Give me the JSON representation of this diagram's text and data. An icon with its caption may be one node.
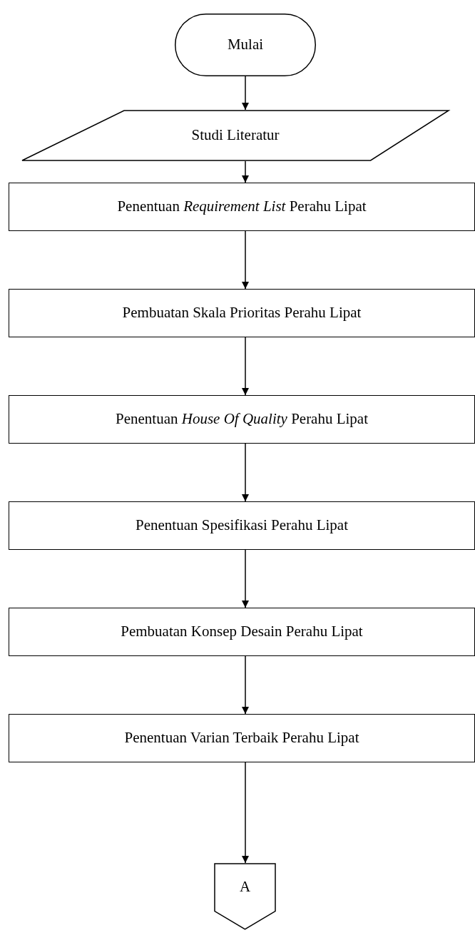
{
  "diagram": {
    "nodes": [
      {
        "text": [
          "Mulai"
        ]
      },
      {
        "text": [
          "Studi Literatur"
        ]
      },
      {
        "text": [
          "Penentuan *Requirement List* Perahu Lipat"
        ]
      },
      {
        "text": [
          "Pembuatan Skala Prioritas Perahu Lipat"
        ]
      },
      {
        "text": [
          "Penentuan *House Of Quality* Perahu Lipat"
        ]
      },
      {
        "text": [
          "Penentuan Spesifikasi Perahu Lipat"
        ]
      },
      {
        "text": [
          "Pembuatan Konsep Desain Perahu Lipat"
        ]
      },
      {
        "text": [
          "Penentuan Varian Terbaik Perahu Lipat"
        ]
      },
      {
        "text": [
          "A"
        ]
      }
    ],
    "edges": [
      {
        "from": 0,
        "to": 1,
        "arrow": "to"
      },
      {
        "from": 1,
        "to": 2,
        "arrow": "to"
      },
      {
        "from": 2,
        "to": 3,
        "arrow": "to"
      },
      {
        "from": 3,
        "to": 4,
        "arrow": "to"
      },
      {
        "from": 4,
        "to": 5,
        "arrow": "to"
      },
      {
        "from": 5,
        "to": 6,
        "arrow": "to"
      },
      {
        "from": 6,
        "to": 7,
        "arrow": "to"
      },
      {
        "from": 7,
        "to": 8,
        "arrow": "to"
      }
    ]
  }
}
